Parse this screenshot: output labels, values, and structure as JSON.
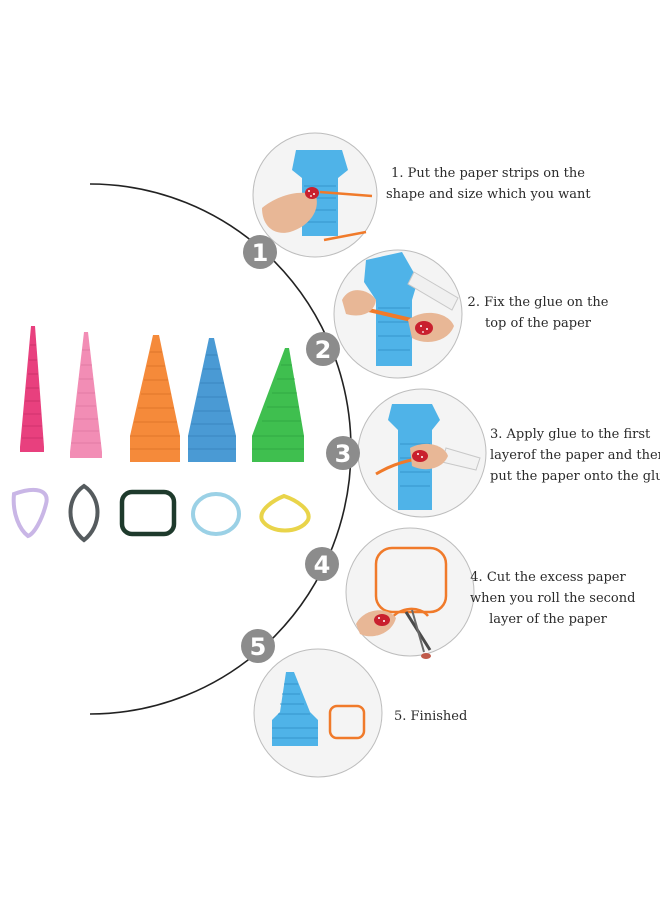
{
  "steps": [
    {
      "number": "1",
      "lines": [
        "1.  Put the paper strips on the",
        "shape and size which you want"
      ]
    },
    {
      "number": "2",
      "lines": [
        "2.  Fix the glue on the",
        "top of the paper"
      ]
    },
    {
      "number": "3",
      "lines": [
        "3.  Apply glue to the first",
        "layerof the paper and then",
        "put the paper onto the glue"
      ]
    },
    {
      "number": "4",
      "lines": [
        "4.  Cut the excess paper",
        "when you roll the second",
        "layer of the paper"
      ]
    },
    {
      "number": "5",
      "lines": [
        "5.  Finished"
      ]
    }
  ],
  "colors": {
    "arc": "#222222",
    "badge": "#8c8c8c",
    "badge_text": "#ffffff",
    "tower_magenta": "#e8407e",
    "tower_pink": "#f28db5",
    "tower_orange": "#f58a3a",
    "tower_blue": "#4a9ad4",
    "tower_green": "#3fbf4f",
    "tool_blue": "#4fb3e8",
    "paper_strip": "#f07a2a"
  },
  "rings": [
    {
      "shape": "teardrop",
      "color": "#c9b6e6"
    },
    {
      "shape": "eye",
      "color": "#555b5e"
    },
    {
      "shape": "rounded-square",
      "color": "#1e3a2c"
    },
    {
      "shape": "oval",
      "color": "#9bd1e6"
    },
    {
      "shape": "triangle",
      "color": "#e9d44a"
    }
  ]
}
